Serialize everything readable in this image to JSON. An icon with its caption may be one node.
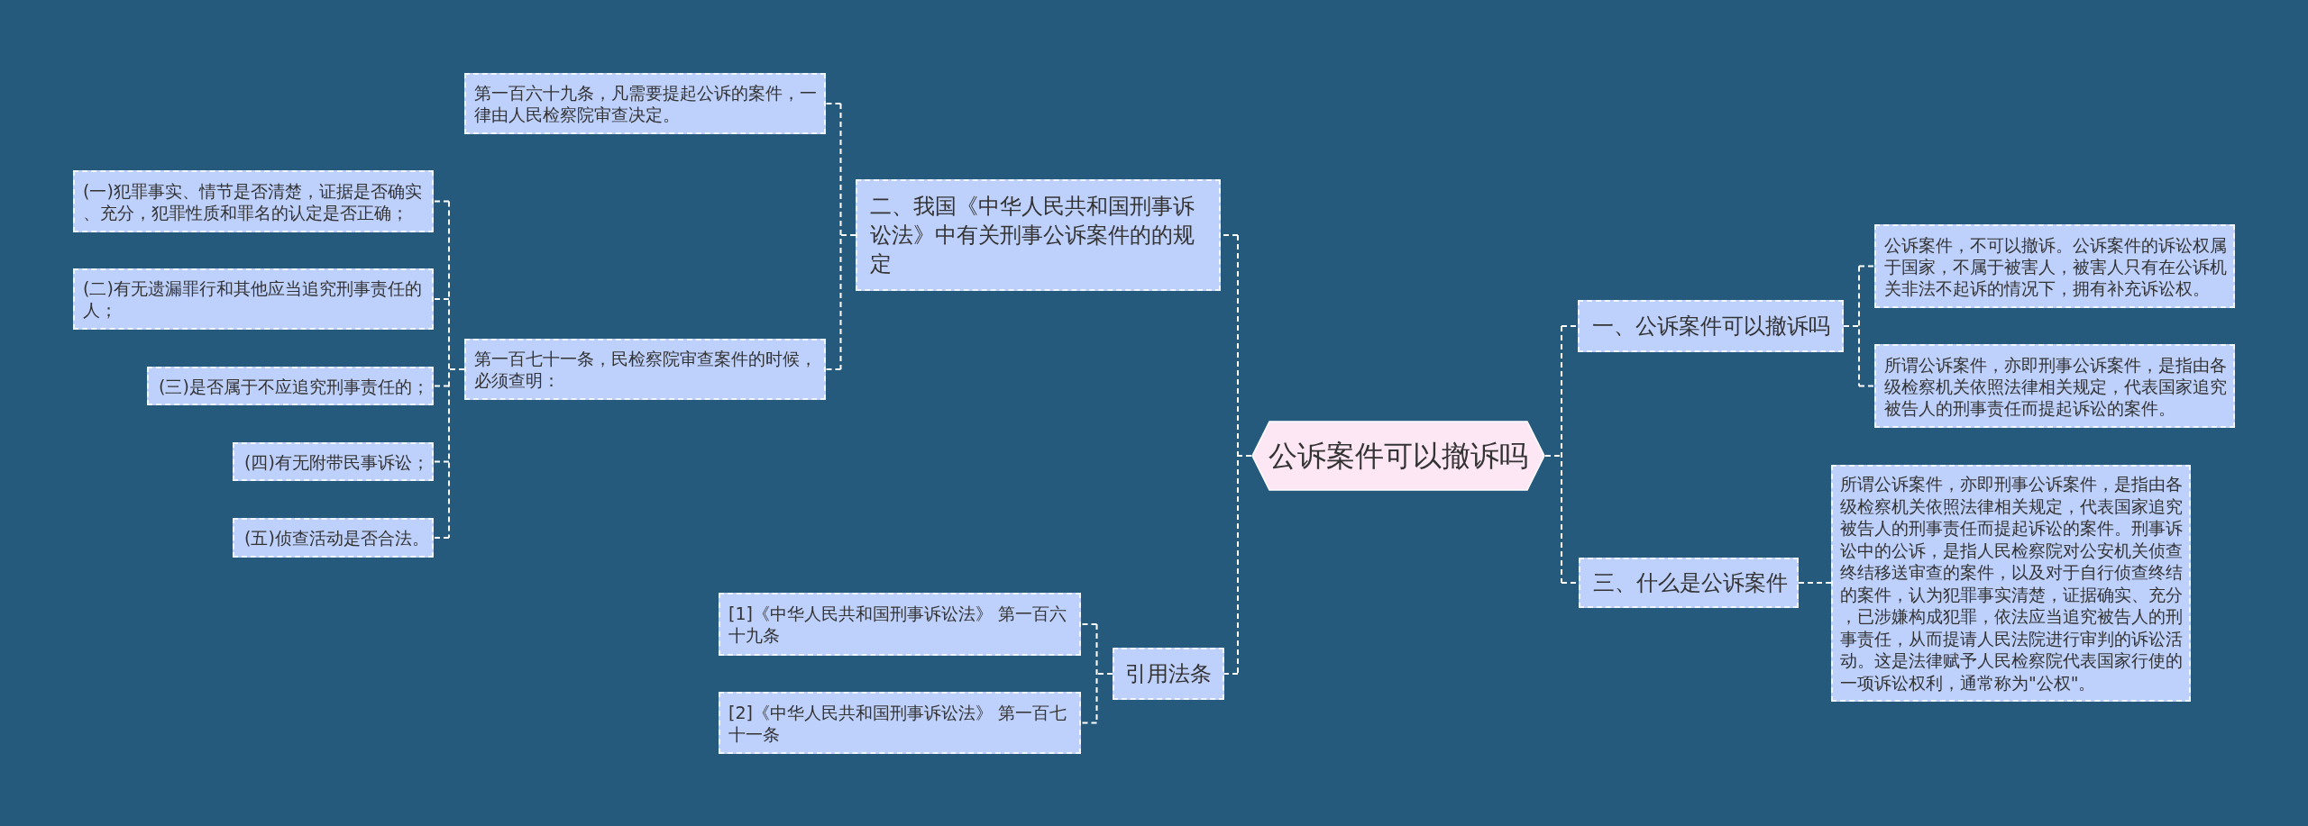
{
  "diagram": {
    "nodes": [
      {
        "text": [
          "公诉案件可以撤诉吗"
        ]
      },
      {
        "text": [
          "二、我国《中华人民共和国刑事诉讼法》中有关刑事公诉案件的的规定"
        ]
      },
      {
        "text": [
          "第一百六十九条，凡需要提起公诉的案件，一律由人民检察院审查决定。"
        ]
      },
      {
        "text": [
          "第一百七十一条，民检察院审查案件的时候，必须查明："
        ]
      },
      {
        "text": [
          "(一)犯罪事实、情节是否清楚，证据是否确实、充分，犯罪性质和罪名的认定是否正确；"
        ]
      },
      {
        "text": [
          "(二)有无遗漏罪行和其他应当追究刑事责任的人；"
        ]
      },
      {
        "text": [
          "(三)是否属于不应追究刑事责任的；"
        ]
      },
      {
        "text": [
          "(四)有无附带民事诉讼；"
        ]
      },
      {
        "text": [
          "(五)侦查活动是否合法。"
        ]
      },
      {
        "text": [
          "引用法条"
        ]
      },
      {
        "text": [
          "[1]《中华人民共和国刑事诉讼法》 第一百六十九条"
        ]
      },
      {
        "text": [
          "[2]《中华人民共和国刑事诉讼法》 第一百七十一条"
        ]
      },
      {
        "text": [
          "一、公诉案件可以撤诉吗"
        ]
      },
      {
        "text": [
          "公诉案件，不可以撤诉。公诉案件的诉讼权属于国家，不属于被害人，被害人只有在公诉机关非法不起诉的情况下，拥有补充诉讼权。"
        ]
      },
      {
        "text": [
          "所谓公诉案件，亦即刑事公诉案件，是指由各级检察机关依照法律相关规定，代表国家追究被告人的刑事责任而提起诉讼的案件。"
        ]
      },
      {
        "text": [
          "三、什么是公诉案件"
        ]
      },
      {
        "text": [
          "所谓公诉案件，亦即刑事公诉案件，是指由各级检察机关依照法律相关规定，代表国家追究被告人的刑事责任而提起诉讼的案件。刑事诉讼中的公诉，是指人民检察院对公安机关侦查终结移送审查的案件，以及对于自行侦查终结的案件，认为犯罪事实清楚，证据确实、充分，已涉嫌构成犯罪，依法应当追究被告人的刑事责任，从而提请人民法院进行审判的诉讼活动。这是法律赋予人民检察院代表国家行使的一项诉讼权利，通常称为\"公权\"。"
        ]
      }
    ],
    "edges": [
      {
        "from": 0,
        "to": 1,
        "arrow": "none",
        "style": "dashed"
      },
      {
        "from": 1,
        "to": 2,
        "arrow": "none",
        "style": "dashed"
      },
      {
        "from": 1,
        "to": 3,
        "arrow": "none",
        "style": "dashed"
      },
      {
        "from": 3,
        "to": 4,
        "arrow": "none",
        "style": "dashed"
      },
      {
        "from": 3,
        "to": 5,
        "arrow": "none",
        "style": "dashed"
      },
      {
        "from": 3,
        "to": 6,
        "arrow": "none",
        "style": "dashed"
      },
      {
        "from": 3,
        "to": 7,
        "arrow": "none",
        "style": "dashed"
      },
      {
        "from": 3,
        "to": 8,
        "arrow": "none",
        "style": "dashed"
      },
      {
        "from": 0,
        "to": 9,
        "arrow": "none",
        "style": "dashed"
      },
      {
        "from": 9,
        "to": 10,
        "arrow": "none",
        "style": "dashed"
      },
      {
        "from": 9,
        "to": 11,
        "arrow": "none",
        "style": "dashed"
      },
      {
        "from": 0,
        "to": 12,
        "arrow": "none",
        "style": "dashed"
      },
      {
        "from": 12,
        "to": 13,
        "arrow": "none",
        "style": "dashed"
      },
      {
        "from": 12,
        "to": 14,
        "arrow": "none",
        "style": "dashed"
      },
      {
        "from": 0,
        "to": 15,
        "arrow": "none",
        "style": "dashed"
      },
      {
        "from": 15,
        "to": 16,
        "arrow": "none",
        "style": "dashed"
      }
    ]
  }
}
